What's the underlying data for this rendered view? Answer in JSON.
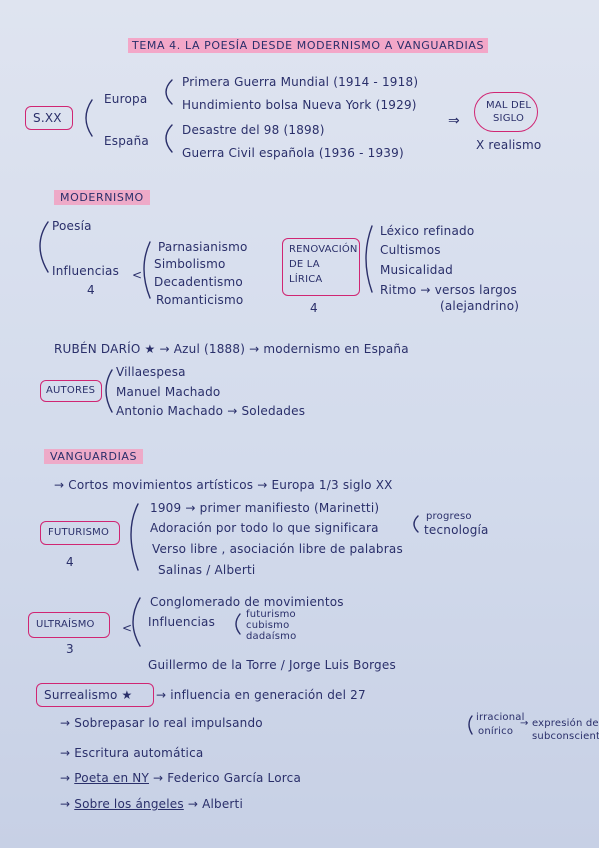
{
  "title": "TEMA 4. LA POESÍA DESDE MODERNISMO A VANGUARDIAS",
  "sxx": {
    "label": "S.XX",
    "europa": "Europa",
    "europa_items": [
      "Primera Guerra Mundial (1914 - 1918)",
      "Hundimiento bolsa Nueva York (1929)"
    ],
    "espana": "España",
    "espana_items": [
      "Desastre del 98 (1898)",
      "Guerra Civil española (1936 - 1939)"
    ],
    "arrow": "⇒",
    "mal_line1": "MAL DEL",
    "mal_line2": "SIGLO",
    "realismo": "X realismo"
  },
  "modernismo": {
    "heading": "MODERNISMO",
    "poesia": "Poesía",
    "influencias": "Influencias",
    "influencias_num": "4",
    "influencias_items": [
      "Parnasianismo",
      "Simbolismo",
      "Decadentismo",
      "Romanticismo"
    ],
    "renovacion_line1": "RENOVACIÓN",
    "renovacion_line2": "DE LA",
    "renovacion_line3": "LÍRICA",
    "renovacion_num": "4",
    "renovacion_items": [
      "Léxico refinado",
      "Cultismos",
      "Musicalidad",
      "Ritmo → versos largos"
    ],
    "alejandrino": "(alejandrino)",
    "ruben": "RUBÉN DARÍO ★ → Azul (1888) → modernismo en España",
    "autores_label": "AUTORES",
    "autores": [
      "Villaespesa",
      "Manuel Machado",
      "Antonio Machado → Soledades"
    ]
  },
  "vanguardias": {
    "heading": "VANGUARDIAS",
    "intro": "→ Cortos movimientos artísticos → Europa 1/3 siglo XX",
    "futurismo_label": "FUTURISMO",
    "futurismo_num": "4",
    "futurismo_items": [
      "1909 → primer manifiesto (Marinetti)",
      "Adoración por todo lo que significara",
      "Verso libre , asociación libre de palabras",
      "Salinas / Alberti"
    ],
    "progreso": "progreso",
    "tecnologia": "tecnología",
    "ultraismo_label": "ULTRAÍSMO",
    "ultraismo_num": "3",
    "conglomerado": "Conglomerado de movimientos",
    "ultra_influencias": "Influencias",
    "ultra_influ_items": [
      "futurismo",
      "cubismo",
      "dadaísmo"
    ],
    "guillermo": "Guillermo de la Torre / Jorge Luis Borges",
    "surrealismo_label": "Surrealismo ★",
    "surrealismo_text": "→ influencia en generación del 27",
    "sobrepasar": "→ Sobrepasar lo real impulsando",
    "irracional": "irracional",
    "onirico": "onírico",
    "expresion_line1": "→ expresión del",
    "expresion_line2": "subconsciente",
    "escritura": "→ Escritura automática",
    "poeta_arrow": "→",
    "poeta_title": "Poeta en NY",
    "poeta_rest": "→ Federico García Lorca",
    "sobre_arrow": "→",
    "sobre_title": "Sobre los ángeles",
    "sobre_rest": "→ Alberti"
  },
  "colors": {
    "ink": "#2a2f6a",
    "pink": "#d02673",
    "highlight": "#f3a7c8"
  }
}
